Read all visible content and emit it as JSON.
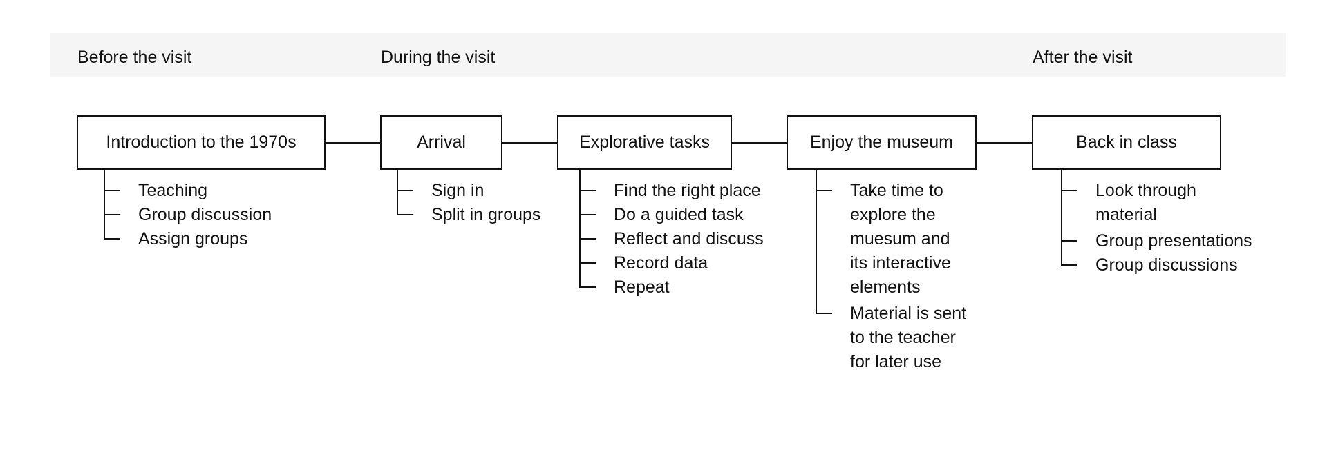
{
  "phases": [
    {
      "label": "Before the visit"
    },
    {
      "label": "During the visit"
    },
    {
      "label": "After the visit"
    }
  ],
  "stages": [
    {
      "title": "Introduction to the 1970s",
      "items": [
        [
          "Teaching"
        ],
        [
          "Group discussion"
        ],
        [
          "Assign groups"
        ]
      ]
    },
    {
      "title": "Arrival",
      "items": [
        [
          "Sign in"
        ],
        [
          "Split in groups"
        ]
      ]
    },
    {
      "title": "Explorative tasks",
      "items": [
        [
          "Find the right place"
        ],
        [
          "Do a guided task"
        ],
        [
          "Reflect and discuss"
        ],
        [
          "Record data"
        ],
        [
          "Repeat"
        ]
      ]
    },
    {
      "title": "Enjoy the museum",
      "items": [
        [
          "Take time to",
          "explore the",
          "muesum and",
          "its interactive",
          "elements"
        ],
        [
          "Material is sent",
          "to the teacher",
          "for later use"
        ]
      ]
    },
    {
      "title": "Back in class",
      "items": [
        [
          "Look through",
          "material"
        ],
        [
          "Group presentations"
        ],
        [
          "Group discussions"
        ]
      ]
    }
  ],
  "colors": {
    "line": "#111111",
    "band": "#f5f5f5"
  }
}
